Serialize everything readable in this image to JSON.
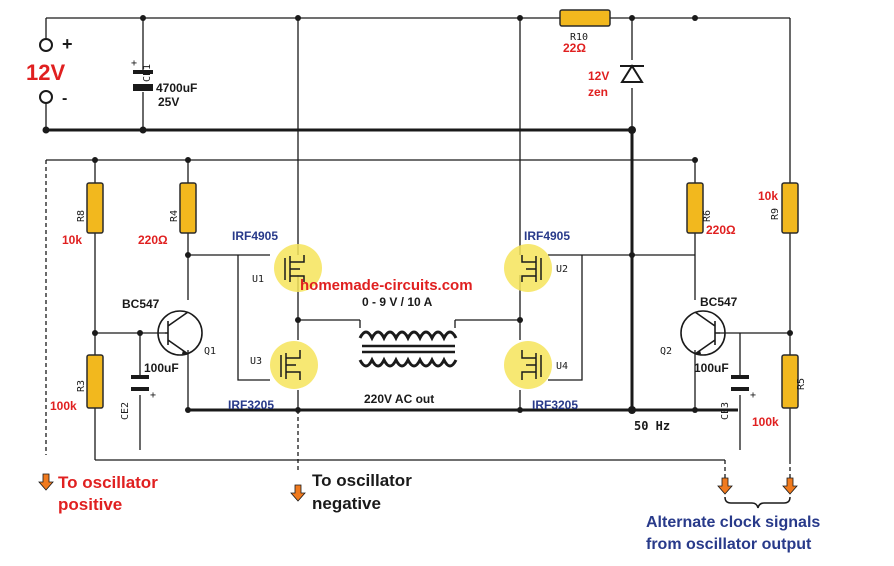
{
  "supply": {
    "voltage": "12V",
    "plus": "+",
    "minus": "-"
  },
  "capacitor_main": {
    "ref": "CE1",
    "value": "4700uF",
    "voltage": "25V"
  },
  "r10": {
    "ref": "R10",
    "value": "22Ω"
  },
  "zener": {
    "value": "12V",
    "type": "zen"
  },
  "watermark": "homemade-circuits.com",
  "left_stage": {
    "r8": {
      "ref": "R8",
      "value": "10k"
    },
    "r4": {
      "ref": "R4",
      "value": "220Ω"
    },
    "r3": {
      "ref": "R3",
      "value": "100k"
    },
    "q1": {
      "ref": "Q1",
      "type": "BC547"
    },
    "ce2": {
      "ref": "CE2",
      "value": "100uF"
    }
  },
  "right_stage": {
    "r6": {
      "ref": "R6",
      "value": "220Ω"
    },
    "r9": {
      "ref": "R9",
      "value": "10k"
    },
    "r5": {
      "ref": "R5",
      "value": "100k"
    },
    "q2": {
      "ref": "Q2",
      "type": "BC547"
    },
    "ce3": {
      "ref": "CE3",
      "value": "100uF"
    }
  },
  "mosfets": {
    "u1": {
      "ref": "U1",
      "type": "IRF4905"
    },
    "u2": {
      "ref": "U2",
      "type": "IRF4905"
    },
    "u3": {
      "ref": "U3",
      "type": "IRF3205"
    },
    "u4": {
      "ref": "U4",
      "type": "IRF3205"
    }
  },
  "transformer": {
    "primary": "0 - 9 V / 10 A",
    "secondary": "220V AC out"
  },
  "frequency": "50 Hz",
  "labels": {
    "osc_pos_1": "To oscillator",
    "osc_pos_2": "positive",
    "osc_neg_1": "To oscillator",
    "osc_neg_2": "negative",
    "clock_1": "Alternate clock signals",
    "clock_2": "from oscillator output"
  }
}
